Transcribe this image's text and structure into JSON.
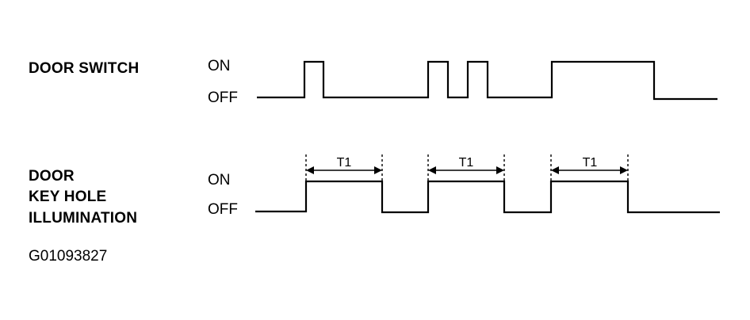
{
  "signals": [
    {
      "name": "DOOR SWITCH",
      "name_lines": [
        "DOOR SWITCH"
      ],
      "on_label": "ON",
      "off_label": "OFF"
    },
    {
      "name": "DOOR KEY HOLE ILLUMINATION",
      "name_lines": [
        "DOOR",
        "KEY HOLE",
        "ILLUMINATION"
      ],
      "on_label": "ON",
      "off_label": "OFF"
    }
  ],
  "timing_label": "T1",
  "figure_code": "G01093827",
  "colors": {
    "line": "#000000",
    "background": "#ffffff"
  }
}
